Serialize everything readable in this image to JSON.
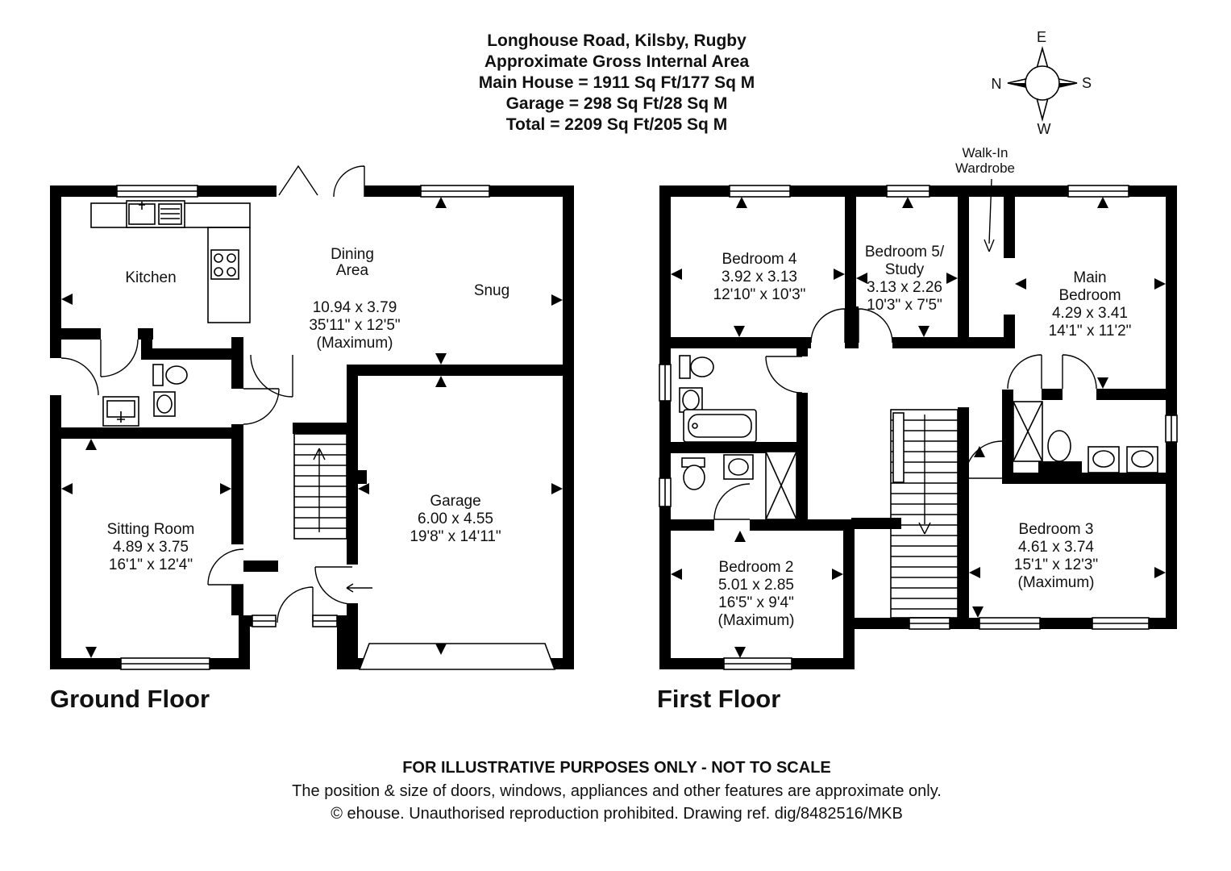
{
  "header": {
    "line1": "Longhouse Road, Kilsby, Rugby",
    "line2": "Approximate Gross Internal Area",
    "line3": "Main House = 1911 Sq Ft/177 Sq M",
    "line4": "Garage = 298 Sq Ft/28 Sq M",
    "line5": "Total = 2209 Sq Ft/205 Sq M"
  },
  "compass": {
    "north": "N",
    "east": "E",
    "south": "S",
    "west": "W"
  },
  "annotations": {
    "walk_in_1": "Walk-In",
    "walk_in_2": "Wardrobe"
  },
  "ground_floor": {
    "label": "Ground Floor",
    "rooms": {
      "kitchen": {
        "name": "Kitchen"
      },
      "dining": {
        "name_1": "Dining",
        "name_2": "Area",
        "metric": "10.94 x 3.79",
        "imperial": "35'11\" x 12'5\"",
        "note": "(Maximum)"
      },
      "snug": {
        "name": "Snug"
      },
      "sitting": {
        "name": "Sitting Room",
        "metric": "4.89 x 3.75",
        "imperial": "16'1\" x 12'4\""
      },
      "garage": {
        "name": "Garage",
        "metric": "6.00 x 4.55",
        "imperial": "19'8\" x 14'11\""
      }
    }
  },
  "first_floor": {
    "label": "First Floor",
    "rooms": {
      "bedroom4": {
        "name": "Bedroom 4",
        "metric": "3.92 x 3.13",
        "imperial": "12'10\" x 10'3\""
      },
      "bedroom5": {
        "name_1": "Bedroom 5/",
        "name_2": "Study",
        "metric": "3.13 x 2.26",
        "imperial": "10'3\" x 7'5\""
      },
      "main_bedroom": {
        "name_1": "Main",
        "name_2": "Bedroom",
        "metric": "4.29 x 3.41",
        "imperial": "14'1\" x 11'2\""
      },
      "bedroom2": {
        "name": "Bedroom 2",
        "metric": "5.01 x 2.85",
        "imperial": "16'5\" x 9'4\"",
        "note": "(Maximum)"
      },
      "bedroom3": {
        "name": "Bedroom 3",
        "metric": "4.61 x 3.74",
        "imperial": "15'1\" x 12'3\"",
        "note": "(Maximum)"
      }
    }
  },
  "footer": {
    "line1": "FOR ILLUSTRATIVE PURPOSES ONLY - NOT TO SCALE",
    "line2": "The position & size of doors, windows, appliances and other features are approximate only.",
    "line3": "© ehouse. Unauthorised reproduction prohibited. Drawing ref. dig/8482516/MKB"
  }
}
